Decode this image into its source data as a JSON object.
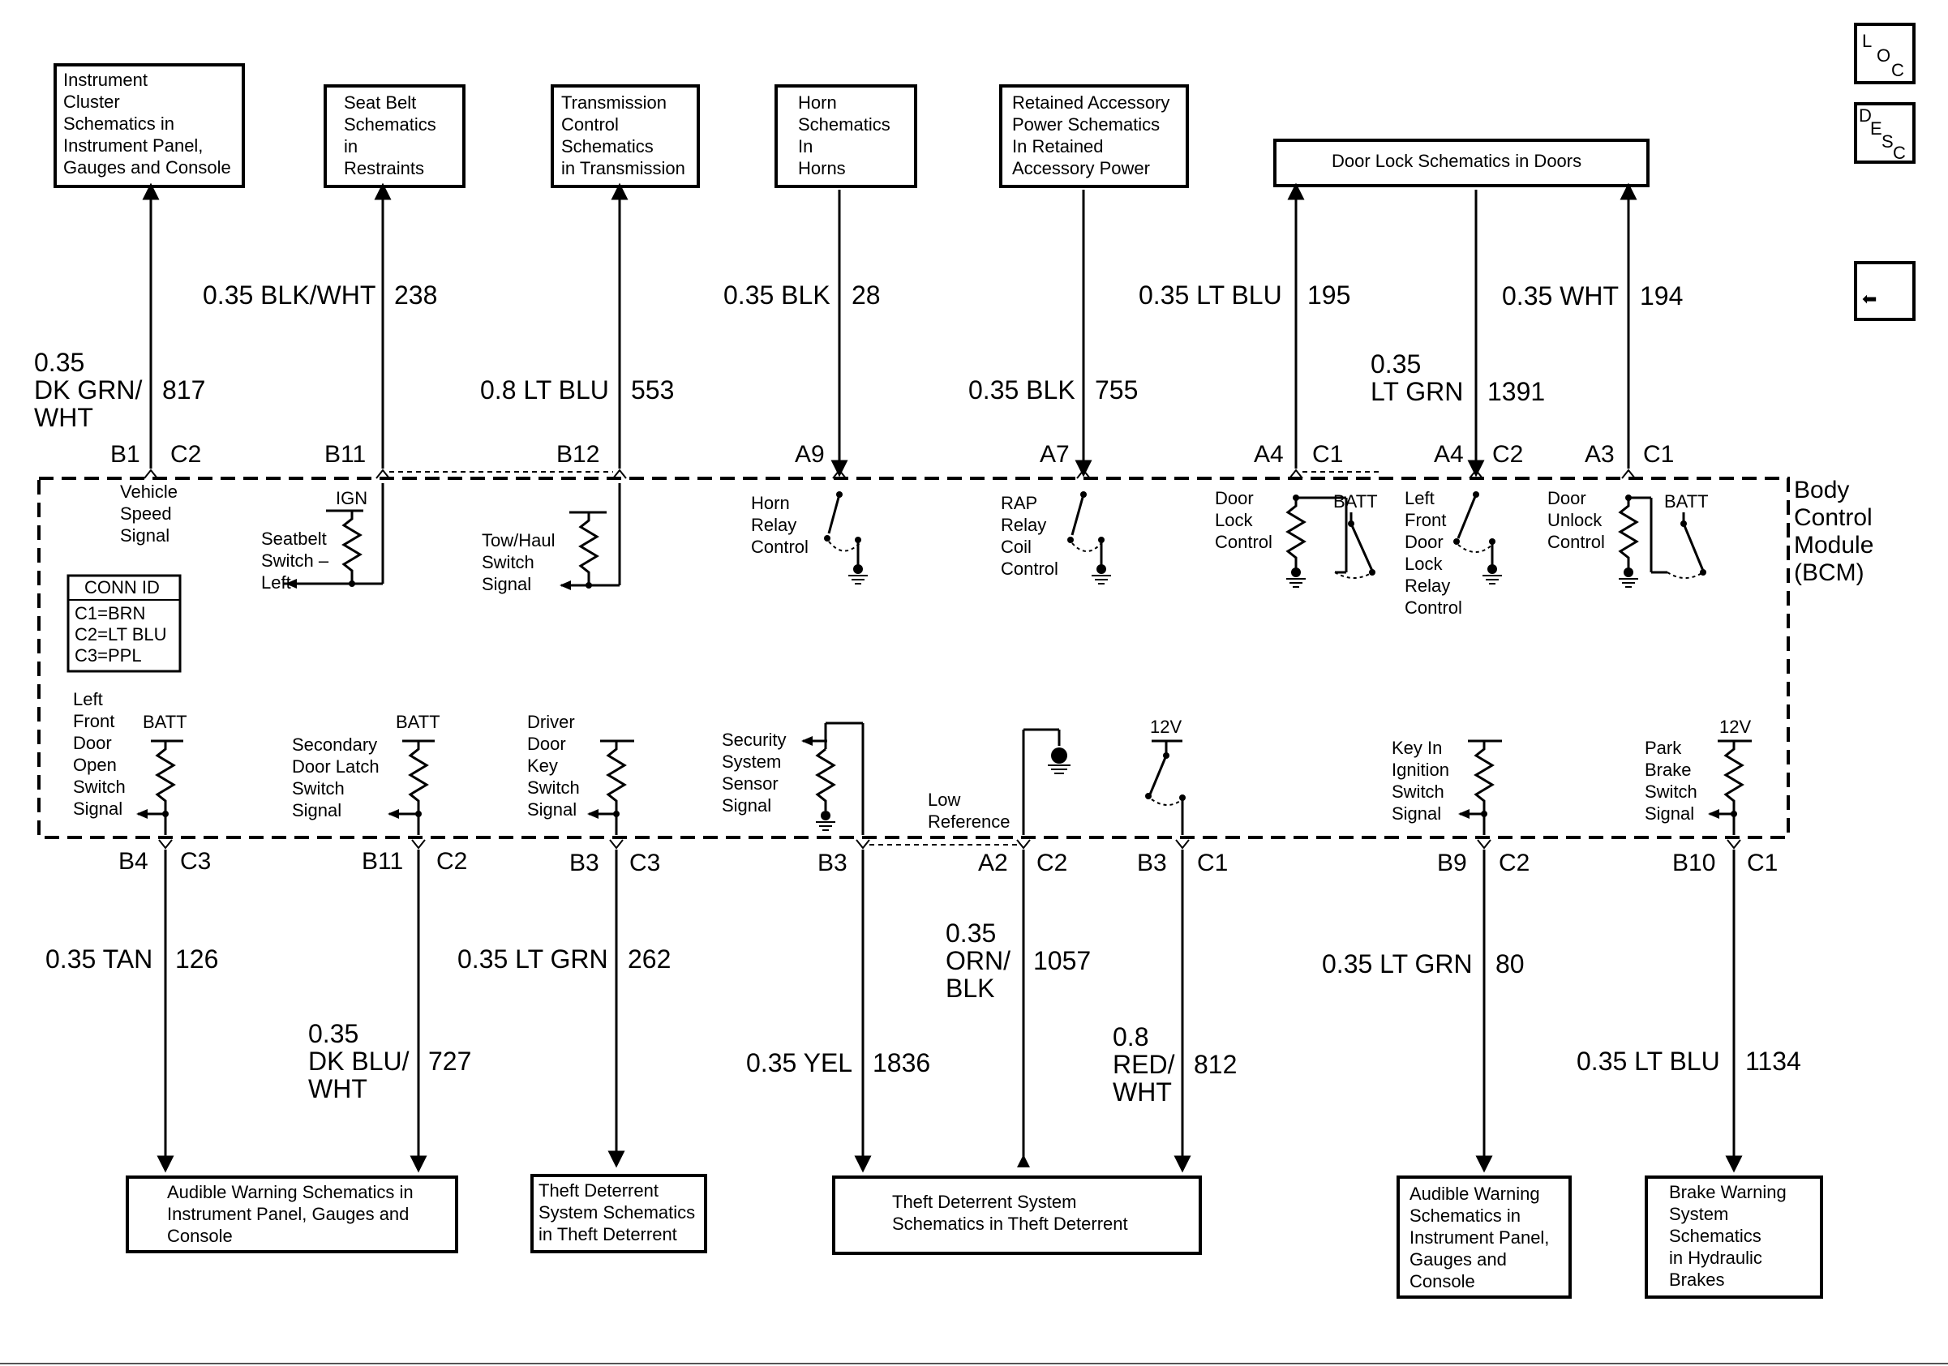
{
  "nav_icons": {
    "loc": [
      "L",
      "O",
      "C"
    ],
    "desc": [
      "D",
      "E",
      "S",
      "C"
    ],
    "back_glyph": "⬅"
  },
  "module": {
    "label": [
      "Body",
      "Control",
      "Module",
      "(BCM)"
    ]
  },
  "conn_id": {
    "title": "CONN ID",
    "rows": [
      "C1=BRN",
      "C2=LT BLU",
      "C3=PPL"
    ]
  },
  "top_circuits": [
    {
      "box": [
        "Instrument",
        "Cluster",
        "Schematics in",
        "Instrument Panel,",
        "Gauges and Console"
      ],
      "wire": [
        "0.35",
        "DK GRN/",
        "WHT"
      ],
      "circuit": "817",
      "pin": "B1",
      "conn": "C2",
      "internal": [
        "Vehicle",
        "Speed",
        "Signal"
      ],
      "dir": "up"
    },
    {
      "box": [
        "Seat Belt",
        "Schematics",
        "in",
        "Restraints"
      ],
      "wire": [
        "0.35 BLK/WHT"
      ],
      "circuit": "238",
      "pin": "B11",
      "conn": "",
      "internal": [
        "Seatbelt",
        "Switch –",
        "Left"
      ],
      "supply": "IGN",
      "dir": "up"
    },
    {
      "box": [
        "Transmission",
        "Control",
        "Schematics",
        "in Transmission"
      ],
      "wire": [
        "0.8 LT BLU"
      ],
      "circuit": "553",
      "pin": "B12",
      "conn": "",
      "internal": [
        "Tow/Haul",
        "Switch",
        "Signal"
      ],
      "dir": "up"
    },
    {
      "box": [
        "Horn",
        "Schematics",
        "In",
        "Horns"
      ],
      "wire": [
        "0.35 BLK"
      ],
      "circuit": "28",
      "pin": "A9",
      "conn": "",
      "internal": [
        "Horn",
        "Relay",
        "Control"
      ],
      "dir": "down"
    },
    {
      "box": [
        "Retained Accessory",
        "Power Schematics",
        "In Retained",
        "Accessory Power"
      ],
      "wire": [
        "0.35 BLK"
      ],
      "circuit": "755",
      "pin": "A7",
      "conn": "",
      "internal": [
        "RAP",
        "Relay",
        "Coil",
        "Control"
      ],
      "dir": "down"
    },
    {
      "box": [],
      "wire": [
        "0.35 LT BLU"
      ],
      "circuit": "195",
      "pin": "A4",
      "conn": "C1",
      "internal": [
        "Door",
        "Lock",
        "Control"
      ],
      "supply": "BATT",
      "dir": "up"
    },
    {
      "box": [],
      "wire": [
        "0.35",
        "LT GRN"
      ],
      "circuit": "1391",
      "pin": "A4",
      "conn": "C2",
      "internal": [
        "Left",
        "Front",
        "Door",
        "Lock",
        "Relay",
        "Control"
      ],
      "dir": "down"
    },
    {
      "box": [],
      "wire": [
        "0.35 WHT"
      ],
      "circuit": "194",
      "pin": "A3",
      "conn": "C1",
      "internal": [
        "Door",
        "Unlock",
        "Control"
      ],
      "supply": "BATT",
      "dir": "up"
    }
  ],
  "door_lock_box": [
    "Door Lock Schematics in Doors"
  ],
  "bottom_circuits": [
    {
      "internal": [
        "Left",
        "Front",
        "Door",
        "Open",
        "Switch",
        "Signal"
      ],
      "supply": "BATT",
      "pin": "B4",
      "conn": "C3",
      "wire": [
        "0.35 TAN"
      ],
      "circuit": "126"
    },
    {
      "internal": [
        "Secondary",
        "Door Latch",
        "Switch",
        "Signal"
      ],
      "supply": "BATT",
      "pin": "B11",
      "conn": "C2",
      "wire": [
        "0.35",
        "DK BLU/",
        "WHT"
      ],
      "circuit": "727"
    },
    {
      "internal": [
        "Driver",
        "Door",
        "Key",
        "Switch",
        "Signal"
      ],
      "supply": "",
      "pin": "B3",
      "conn": "C3",
      "wire": [
        "0.35 LT GRN"
      ],
      "circuit": "262"
    },
    {
      "internal": [
        "Security",
        "System",
        "Sensor",
        "Signal"
      ],
      "supply": "",
      "pin": "B3",
      "conn": "",
      "wire": [
        "0.35 YEL"
      ],
      "circuit": "1836"
    },
    {
      "internal": [
        "Low",
        "Reference"
      ],
      "supply": "",
      "pin": "A2",
      "conn": "C2",
      "wire": [
        "0.35",
        "ORN/",
        "BLK"
      ],
      "circuit": "1057"
    },
    {
      "internal": [],
      "supply": "12V",
      "pin": "B3",
      "conn": "C1",
      "wire": [
        "0.8",
        "RED/",
        "WHT"
      ],
      "circuit": "812"
    },
    {
      "internal": [
        "Key In",
        "Ignition",
        "Switch",
        "Signal"
      ],
      "supply": "",
      "pin": "B9",
      "conn": "C2",
      "wire": [
        "0.35 LT GRN"
      ],
      "circuit": "80"
    },
    {
      "internal": [
        "Park",
        "Brake",
        "Switch",
        "Signal"
      ],
      "supply": "12V",
      "pin": "B10",
      "conn": "C1",
      "wire": [
        "0.35 LT BLU"
      ],
      "circuit": "1134"
    }
  ],
  "bottom_boxes": [
    [
      "Audible Warning Schematics in",
      "Instrument Panel, Gauges and",
      "Console"
    ],
    [
      "Theft Deterrent",
      "System Schematics",
      "in Theft Deterrent"
    ],
    [
      "Theft Deterrent System",
      "Schematics in Theft Deterrent"
    ],
    [
      "Audible Warning",
      "Schematics in",
      "Instrument Panel,",
      "Gauges and",
      "Console"
    ],
    [
      "Brake Warning",
      "System",
      "Schematics",
      "in Hydraulic",
      "Brakes"
    ]
  ]
}
